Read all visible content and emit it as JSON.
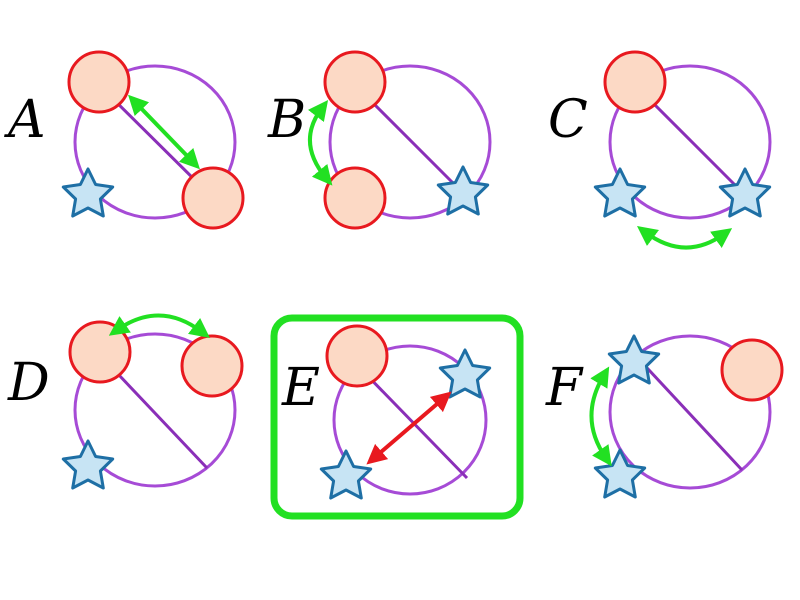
{
  "colors": {
    "ring": "#a64bd6",
    "circle_fill": "#fcd9c5",
    "circle_stroke": "#e8191f",
    "star_fill": "#c7e4f4",
    "star_stroke": "#1e6fa5",
    "swap_ok": "#22e022",
    "swap_bad": "#e8191f",
    "highlight_border": "#22e022"
  },
  "panels": [
    {
      "letter": "A",
      "arrow_color": "swap_ok",
      "highlighted": false
    },
    {
      "letter": "B",
      "arrow_color": "swap_ok",
      "highlighted": false
    },
    {
      "letter": "C",
      "arrow_color": "swap_ok",
      "highlighted": false
    },
    {
      "letter": "D",
      "arrow_color": "swap_ok",
      "highlighted": false
    },
    {
      "letter": "E",
      "arrow_color": "swap_bad",
      "highlighted": true
    },
    {
      "letter": "F",
      "arrow_color": "swap_ok",
      "highlighted": false
    }
  ]
}
